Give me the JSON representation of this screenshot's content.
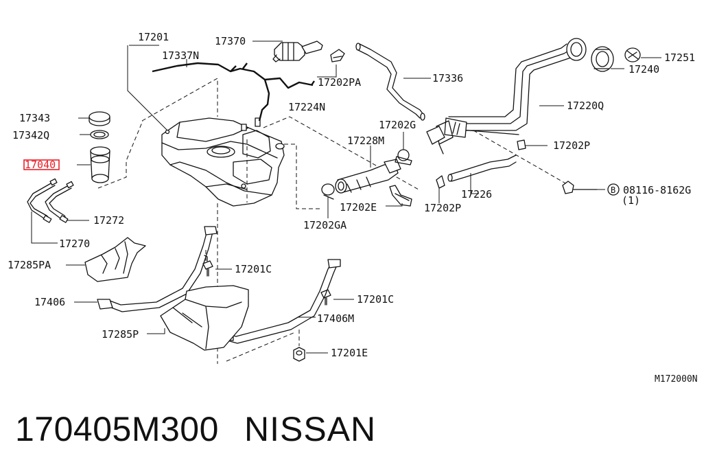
{
  "diagram_code": "M172000N",
  "footer": {
    "part_number": "170405M300",
    "brand": "NISSAN"
  },
  "highlight_color": "#e8202a",
  "labels": {
    "l17201": "17201",
    "l17337N": "17337N",
    "l17370": "17370",
    "l17202PA": "17202PA",
    "l17336": "17336",
    "l17251": "17251",
    "l17240": "17240",
    "l17220Q": "17220Q",
    "l17343": "17343",
    "l17342Q": "17342Q",
    "l17040": "17040",
    "l17224N": "17224N",
    "l17202G": "17202G",
    "l17228M": "17228M",
    "l17202P_a": "17202P",
    "l08116": "08116-8162G",
    "l08116qty": "(1)",
    "l08116prefix": "B",
    "l17226": "17226",
    "l17202P_b": "17202P",
    "l17202E": "17202E",
    "l17202GA": "17202GA",
    "l17272": "17272",
    "l17270": "17270",
    "l17285PA": "17285PA",
    "l17201C_a": "17201C",
    "l17406": "17406",
    "l17201C_b": "17201C",
    "l17406M": "17406M",
    "l17285P": "17285P",
    "l17201E": "17201E"
  }
}
